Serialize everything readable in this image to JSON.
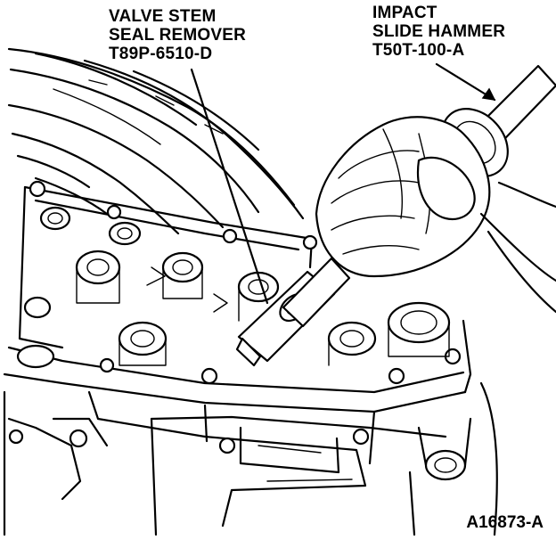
{
  "callouts": {
    "valve_stem_seal_remover": [
      "VALVE STEM",
      "SEAL REMOVER",
      "T89P-6510-D"
    ],
    "impact_slide_hammer": [
      "IMPACT",
      "SLIDE HAMMER",
      "T50T-100-A"
    ]
  },
  "figure_id": "A16873-A",
  "colors": {
    "ink": "#000000",
    "paper": "#ffffff"
  }
}
